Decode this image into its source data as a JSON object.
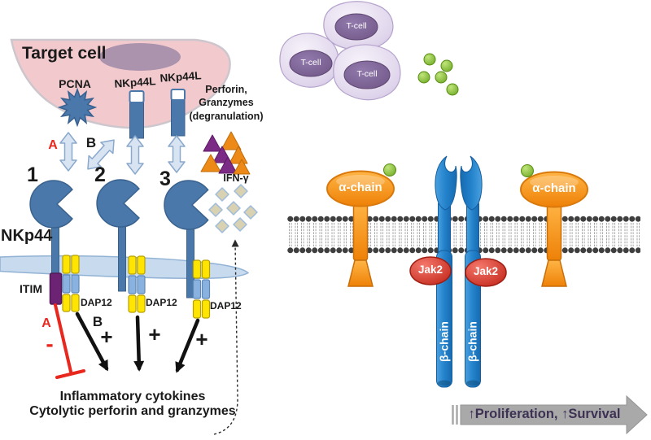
{
  "left_panel": {
    "target_cell": "Target cell",
    "pcna": "PCNA",
    "nkp44l_1": "NKp44L",
    "nkp44l_2": "NKp44L",
    "degranulation_lines": [
      "Perforin,",
      "Granzymes",
      "(degranulation)"
    ],
    "ifn_gamma": "IFN-γ",
    "numbers": [
      "1",
      "2",
      "3"
    ],
    "a_top": "A",
    "b_top": "B",
    "nkp44": "NKp44",
    "itim": "ITIM",
    "dap12": [
      "DAP12",
      "DAP12",
      "DAP12"
    ],
    "a_bottom": "A",
    "minus": "-",
    "b_bottom": "B",
    "plus": [
      "+",
      "+",
      "+"
    ],
    "outcome_line1": "Inflammatory cytokines",
    "outcome_line2": "Cytolytic perforin and granzymes"
  },
  "right_panel": {
    "t_cells": [
      "T-cell",
      "T-cell",
      "T-cell"
    ],
    "alpha_chains": [
      "α-chain",
      "α-chain"
    ],
    "jak2": [
      "Jak2",
      "Jak2"
    ],
    "beta_chains": [
      "β-chain",
      "β-chain"
    ],
    "outcome": "↑Proliferation, ↑Survival"
  },
  "colors": {
    "receptor_blue": "#4a78ab",
    "membrane_blue": "#c7daee",
    "dap12_yellow": "#ffe501",
    "dap12_blue": "#8ab2e0",
    "itim_purple": "#6d2373",
    "inhibit_red": "#e8281e",
    "perforin_orange": "#ed8a17",
    "granzyme_purple": "#7b2a85",
    "ifn_diamond": "#d8d1b2",
    "alpha_orange": "#f59120",
    "beta_blue": "#2a82c8",
    "jak2_red": "#d6392c",
    "cytokine_green": "#8cc63e",
    "tcell_purple": "#7c639c",
    "target_cell_pink": "#f2cacd",
    "arrow_gray": "#a9a9a9",
    "outcome_text": "#3e3254"
  }
}
